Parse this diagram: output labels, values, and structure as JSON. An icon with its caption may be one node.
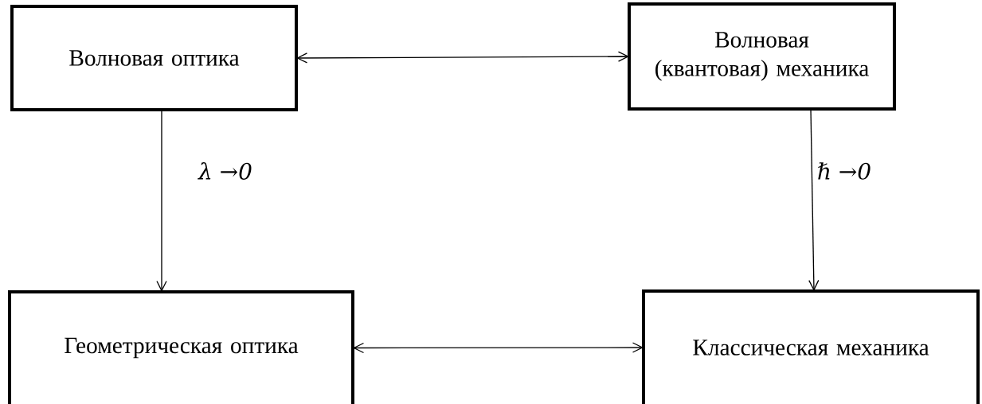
{
  "diagram": {
    "nodes": [
      {
        "text": [
          "Волновая оптика"
        ]
      },
      {
        "text": [
          "Волновая (квантовая) механика"
        ]
      },
      {
        "text": [
          "Геометрическая оптика"
        ]
      },
      {
        "text": [
          "Классическая механика"
        ]
      }
    ],
    "edges": [
      {
        "from": 0,
        "to": 1,
        "arrow": "both"
      },
      {
        "from": 0,
        "to": 2,
        "arrow": "to",
        "label": "λ →0"
      },
      {
        "from": 1,
        "to": 3,
        "arrow": "to",
        "label": "ℏ →0"
      },
      {
        "from": 2,
        "to": 3,
        "arrow": "both"
      }
    ]
  }
}
